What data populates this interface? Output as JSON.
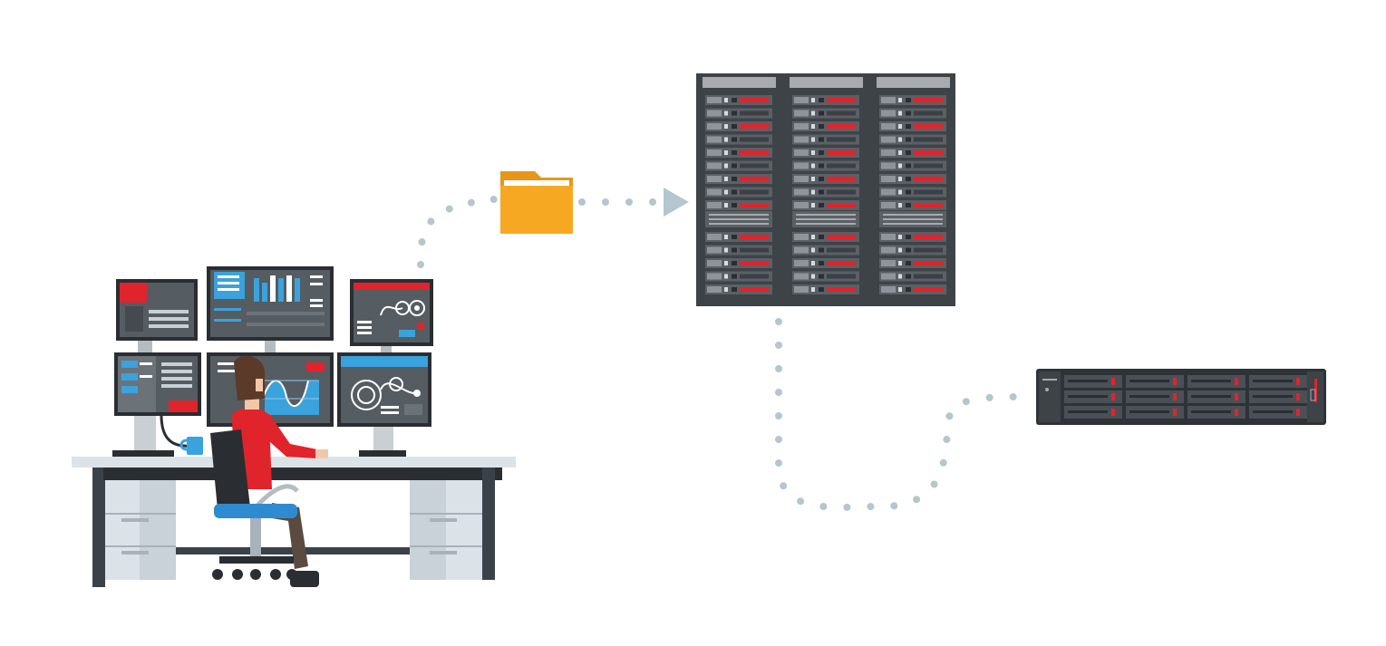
{
  "diagram": {
    "nodes": [
      {
        "id": "operator",
        "icon": "operator-workstation-icon"
      },
      {
        "id": "folder",
        "icon": "folder-icon"
      },
      {
        "id": "server-rack",
        "icon": "server-rack-icon"
      },
      {
        "id": "storage",
        "icon": "rack-storage-unit-icon"
      }
    ],
    "edges": [
      {
        "from": "operator",
        "to": "folder",
        "style": "dotted"
      },
      {
        "from": "folder",
        "to": "server-rack",
        "style": "dotted",
        "arrow": "triangle"
      },
      {
        "from": "server-rack",
        "to": "storage",
        "style": "dotted"
      }
    ]
  },
  "colors": {
    "folder": "#F7A823",
    "folder_tab": "#E8961A",
    "dots": "#B4C6CE",
    "arrow": "#B4C6CE",
    "rack_frame": "#3E4348",
    "rack_unit": "#A7ABAD",
    "accent_red": "#E1242B",
    "screen_blue": "#3AA2DC",
    "desk_top": "#DCE3E8",
    "desk_dark": "#3A4149",
    "shirt": "#E1242B",
    "chair": "#2A2E33",
    "chair_seat": "#2E8BCF"
  }
}
